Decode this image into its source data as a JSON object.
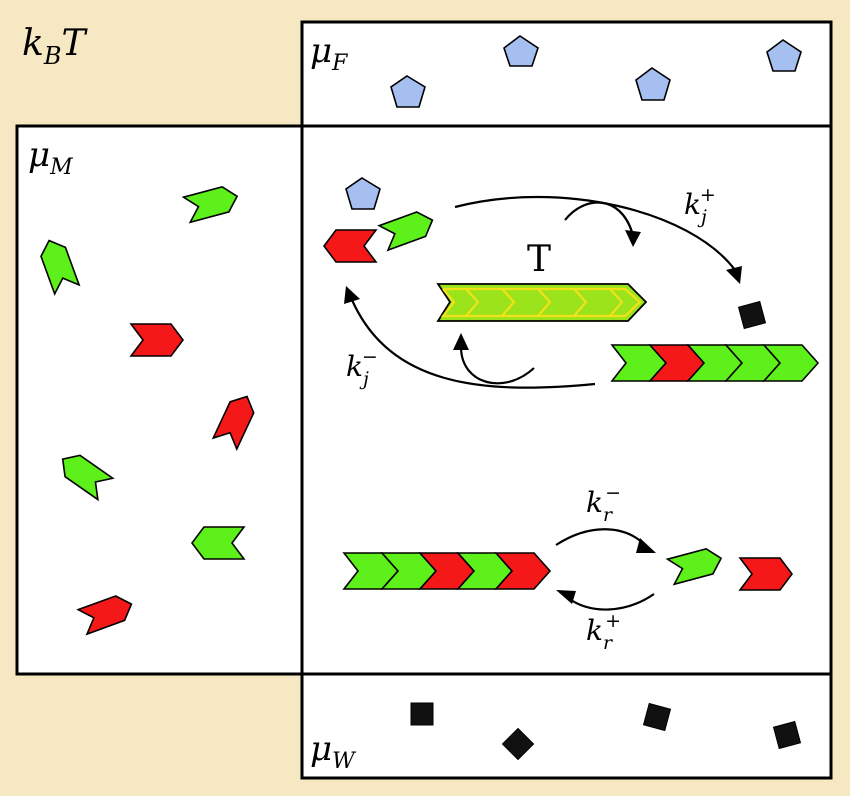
{
  "labels": {
    "kbT": {
      "base": "k",
      "sub": "B",
      "tail": "T"
    },
    "muF": {
      "base": "μ",
      "sub": "F"
    },
    "muM": {
      "base": "μ",
      "sub": "M"
    },
    "muW": {
      "base": "μ",
      "sub": "W"
    },
    "template": "T",
    "kj_plus": {
      "base": "k",
      "sub": "j",
      "sup": "+"
    },
    "kj_minus": {
      "base": "k",
      "sub": "j",
      "sup": "−"
    },
    "kr_minus": {
      "base": "k",
      "sub": "r",
      "sup": "−"
    },
    "kr_plus": {
      "base": "k",
      "sub": "r",
      "sup": "+"
    }
  },
  "colors": {
    "background": "#f6e8c3",
    "green_monomer": "#5df01b",
    "red_monomer": "#f51818",
    "fuel": "#a4bff0",
    "waste": "#111111",
    "template_fill": "#9be31a",
    "template_chevrons": "#f2e21a"
  },
  "polymer_attached": [
    "green",
    "red",
    "green",
    "green",
    "green"
  ],
  "polymer_free": [
    "green",
    "green",
    "red",
    "green",
    "red"
  ],
  "template_units": 5
}
